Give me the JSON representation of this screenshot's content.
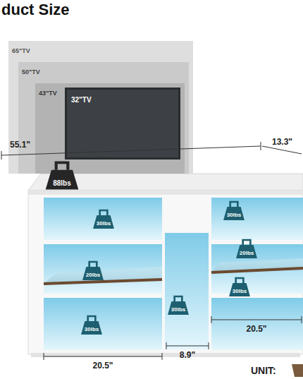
{
  "diagram": {
    "title": "duct Size",
    "nodes": [
      {
        "text": [
          "65\"TV"
        ]
      },
      {
        "text": [
          "50\"TV"
        ],
        "in": 0
      },
      {
        "text": [
          "43\"TV"
        ],
        "in": 1
      },
      {
        "text": [
          "32\"TV"
        ],
        "in": 2
      },
      {
        "text": [
          "88lbs"
        ]
      },
      {
        "text": [
          "30lbs"
        ]
      },
      {
        "text": [
          "30lbs"
        ]
      },
      {
        "text": [
          "20lbs"
        ]
      },
      {
        "text": [
          "20lbs"
        ]
      },
      {
        "text": [
          "30lbs"
        ]
      },
      {
        "text": [
          "30lbs"
        ]
      },
      {
        "text": [
          "30lbs"
        ]
      }
    ],
    "edges": [],
    "labels": [
      "55.1\"",
      "13.3\"",
      "20.5\"",
      "8.9\"",
      "20.5\"",
      "UNIT:"
    ]
  }
}
